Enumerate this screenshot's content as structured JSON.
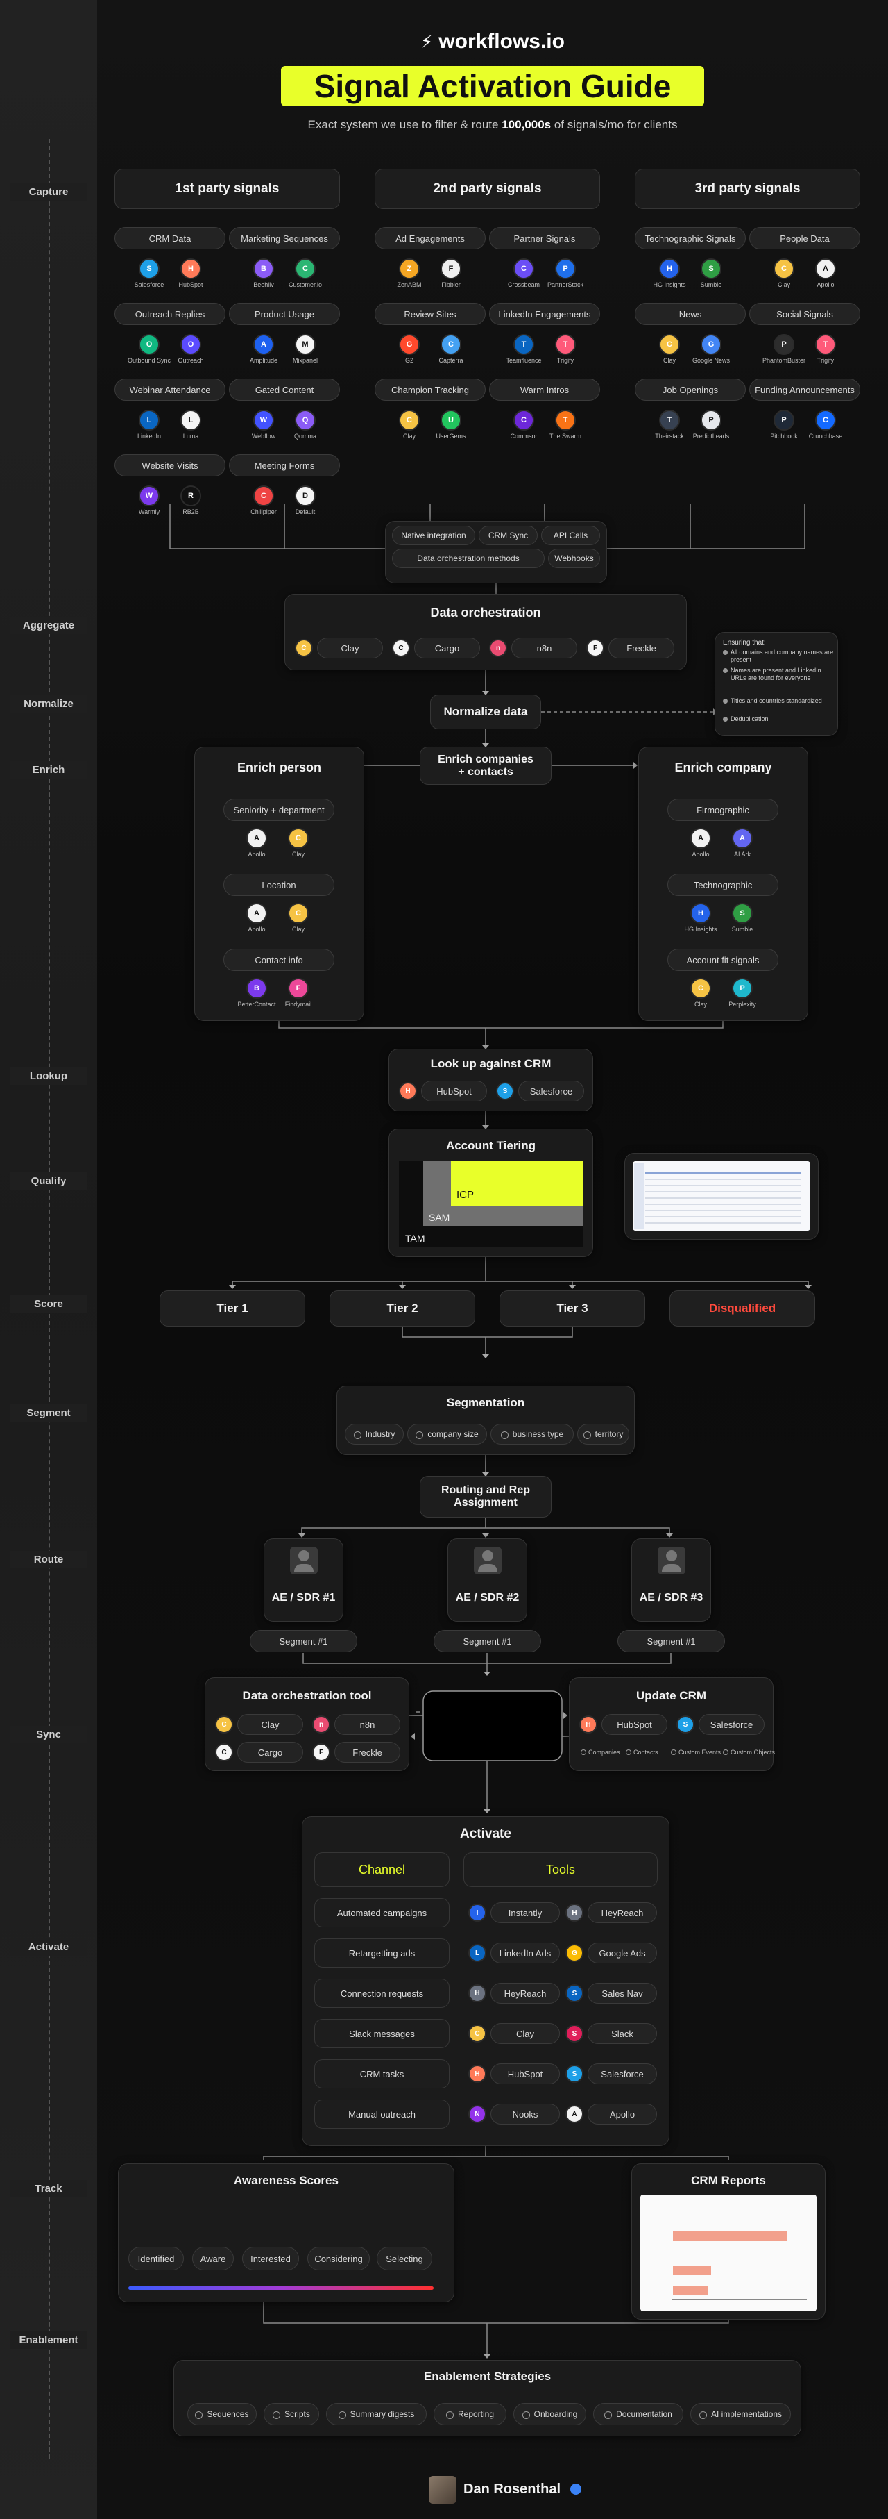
{
  "brand": {
    "name": "workflows.io"
  },
  "title": "Signal Activation Guide",
  "subtitle": {
    "before": "Exact system we use to filter & route ",
    "bold": "100,000s",
    "after": " of signals/mo for clients"
  },
  "stages": [
    "Capture",
    "Aggregate",
    "Normalize",
    "Enrich",
    "Lookup",
    "Qualify",
    "Score",
    "Segment",
    "Route",
    "Sync",
    "Activate",
    "Track",
    "Enablement"
  ],
  "capture": {
    "columns": [
      "1st party signals",
      "2nd party signals",
      "3rd party signals"
    ],
    "groups": [
      {
        "label": "CRM Data",
        "tools": [
          "Salesforce",
          "HubSpot"
        ]
      },
      {
        "label": "Marketing Sequences",
        "tools": [
          "Beehiiv",
          "Customer.io"
        ]
      },
      {
        "label": "Ad Engagements",
        "tools": [
          "ZenABM",
          "Fibbler"
        ]
      },
      {
        "label": "Partner Signals",
        "tools": [
          "Crossbeam",
          "PartnerStack"
        ]
      },
      {
        "label": "Technographic Signals",
        "tools": [
          "HG Insights",
          "Sumble"
        ]
      },
      {
        "label": "People Data",
        "tools": [
          "Clay",
          "Apollo"
        ]
      },
      {
        "label": "Outreach Replies",
        "tools": [
          "Outbound Sync",
          "Outreach"
        ]
      },
      {
        "label": "Product Usage",
        "tools": [
          "Amplitude",
          "Mixpanel"
        ]
      },
      {
        "label": "Review Sites",
        "tools": [
          "G2",
          "Capterra"
        ]
      },
      {
        "label": "LinkedIn Engagements",
        "tools": [
          "Teamfluence",
          "Trigify"
        ]
      },
      {
        "label": "News",
        "tools": [
          "Clay",
          "Google News"
        ]
      },
      {
        "label": "Social Signals",
        "tools": [
          "PhantomBuster",
          "Trigify"
        ]
      },
      {
        "label": "Webinar Attendance",
        "tools": [
          "LinkedIn",
          "Luma"
        ]
      },
      {
        "label": "Gated Content",
        "tools": [
          "Webflow",
          "Qomma"
        ]
      },
      {
        "label": "Champion Tracking",
        "tools": [
          "Clay",
          "UserGems"
        ]
      },
      {
        "label": "Warm Intros",
        "tools": [
          "Commsor",
          "The Swarm"
        ]
      },
      {
        "label": "Job Openings",
        "tools": [
          "Theirstack",
          "PredictLeads"
        ]
      },
      {
        "label": "Funding Announcements",
        "tools": [
          "Pitchbook",
          "Crunchbase"
        ]
      },
      {
        "label": "Website Visits",
        "tools": [
          "Warmly",
          "RB2B"
        ]
      },
      {
        "label": "Meeting Forms",
        "tools": [
          "Chilipiper",
          "Default"
        ]
      }
    ],
    "methods": [
      "Native integration",
      "CRM Sync",
      "API Calls",
      "Data orchestration methods",
      "Webhooks"
    ]
  },
  "aggregate": {
    "title": "Data orchestration",
    "tools": [
      "Clay",
      "Cargo",
      "n8n",
      "Freckle"
    ]
  },
  "normalize": {
    "title": "Normalize data",
    "note_title": "Ensuring that:",
    "notes": [
      "All domains and company names are present",
      "Names are present and LinkedIn URLs are found for everyone",
      "Titles and countries standardized",
      "Deduplication"
    ]
  },
  "enrich": {
    "center": [
      "Enrich companies",
      "+ contacts"
    ],
    "person": {
      "title": "Enrich person",
      "groups": [
        {
          "label": "Seniority + department",
          "tools": [
            "Apollo",
            "Clay"
          ]
        },
        {
          "label": "Location",
          "tools": [
            "Apollo",
            "Clay"
          ]
        },
        {
          "label": "Contact info",
          "tools": [
            "BetterContact",
            "Findymail"
          ]
        }
      ]
    },
    "company": {
      "title": "Enrich company",
      "groups": [
        {
          "label": "Firmographic",
          "tools": [
            "Apollo",
            "AI Ark"
          ]
        },
        {
          "label": "Technographic",
          "tools": [
            "HG Insights",
            "Sumble"
          ]
        },
        {
          "label": "Account fit signals",
          "tools": [
            "Clay",
            "Perplexity"
          ]
        }
      ]
    }
  },
  "lookup": {
    "title": "Look up against CRM",
    "tools": [
      "HubSpot",
      "Salesforce"
    ]
  },
  "qualify": {
    "title": "Account Tiering",
    "levels": [
      "ICP",
      "SAM",
      "TAM"
    ]
  },
  "score": {
    "tiers": [
      "Tier 1",
      "Tier 2",
      "Tier 3",
      "Disqualified"
    ]
  },
  "segment": {
    "title": "Segmentation",
    "items": [
      "Industry",
      "company size",
      "business type",
      "territory"
    ]
  },
  "route": {
    "title": [
      "Routing and Rep",
      "Assignment"
    ],
    "reps": [
      "AE / SDR #1",
      "AE / SDR #2",
      "AE / SDR #3"
    ],
    "segment_label": "Segment #1"
  },
  "sync": {
    "tool_title": "Data orchestration tool",
    "tools": [
      "Clay",
      "n8n",
      "Cargo",
      "Freckle"
    ],
    "crm_title": "Update CRM",
    "crm_tools": [
      "HubSpot",
      "Salesforce"
    ],
    "crm_objects": [
      "Companies",
      "Contacts",
      "Custom Events",
      "Custom Objects"
    ]
  },
  "activate": {
    "title": "Activate",
    "channel_header": "Channel",
    "tools_header": "Tools",
    "rows": [
      {
        "channel": "Automated campaigns",
        "tools": [
          "Instantly",
          "HeyReach"
        ]
      },
      {
        "channel": "Retargetting ads",
        "tools": [
          "LinkedIn Ads",
          "Google Ads"
        ]
      },
      {
        "channel": "Connection requests",
        "tools": [
          "HeyReach",
          "Sales Nav"
        ]
      },
      {
        "channel": "Slack messages",
        "tools": [
          "Clay",
          "Slack"
        ]
      },
      {
        "channel": "CRM tasks",
        "tools": [
          "HubSpot",
          "Salesforce"
        ]
      },
      {
        "channel": "Manual outreach",
        "tools": [
          "Nooks",
          "Apollo"
        ]
      }
    ]
  },
  "track": {
    "awareness_title": "Awareness Scores",
    "stages": [
      "Identified",
      "Aware",
      "Interested",
      "Considering",
      "Selecting"
    ],
    "reports_title": "CRM Reports"
  },
  "enablement": {
    "title": "Enablement Strategies",
    "items": [
      "Sequences",
      "Scripts",
      "Summary digests",
      "Reporting",
      "Onboarding",
      "Documentation",
      "AI implementations"
    ]
  },
  "author": {
    "name": "Dan Rosenthal"
  },
  "colors": {
    "accent": "#e8ff2a",
    "danger": "#ff4a3d",
    "background": "#0a0a0a"
  },
  "icons": {
    "brand": "workflows-logo-icon",
    "tool": "tool-logo-icon",
    "segment": "circle-dot-icon",
    "rep": "person-silhouette-icon",
    "verified": "verified-badge-icon"
  }
}
